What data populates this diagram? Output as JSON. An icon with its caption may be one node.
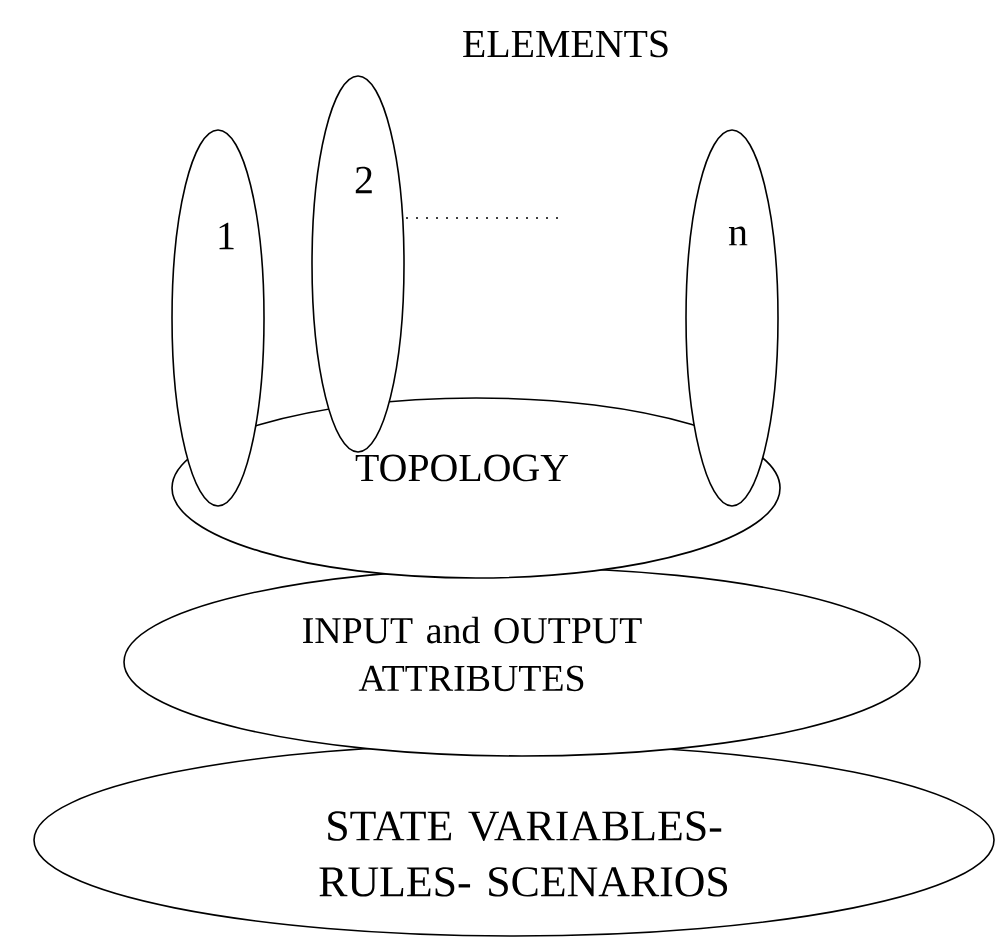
{
  "diagram": {
    "title": "ELEMENTS",
    "nodes": [
      {
        "text": [
          "1"
        ]
      },
      {
        "text": [
          "2"
        ]
      },
      {
        "text": [
          "n"
        ]
      },
      {
        "text": [
          "TOPOLOGY"
        ]
      },
      {
        "text": [
          "INPUT and OUTPUT ATTRIBUTES"
        ]
      },
      {
        "text": [
          "STATE VARIABLES-RULES- SCENARIOS"
        ]
      }
    ]
  }
}
